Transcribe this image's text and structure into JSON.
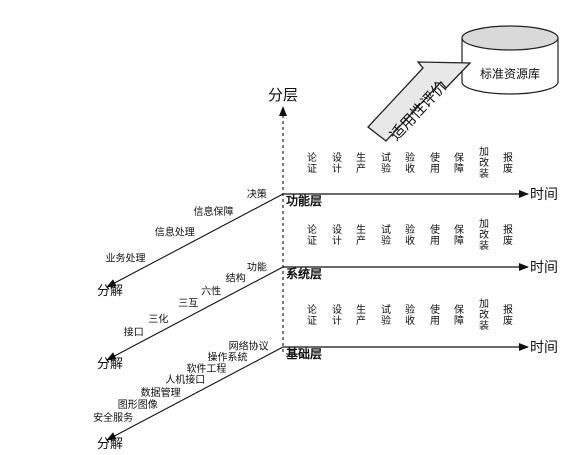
{
  "database": {
    "label": "标准资源库"
  },
  "evaluation_arrow": {
    "label": "适用性评价"
  },
  "axes": {
    "layering_axis_label": "分层",
    "time_label": "时间",
    "decompose_label": "分解"
  },
  "lifecycle_stages": [
    [
      "论",
      "证"
    ],
    [
      "设",
      "计"
    ],
    [
      "生",
      "产"
    ],
    [
      "试",
      "验"
    ],
    [
      "验",
      "收"
    ],
    [
      "使",
      "用"
    ],
    [
      "保",
      "障"
    ],
    [
      "加",
      "改",
      "装"
    ],
    [
      "报",
      "废"
    ]
  ],
  "layers": [
    {
      "name": "功能层",
      "items": [
        "决策",
        "信息保障",
        "信息处理",
        "业务处理"
      ]
    },
    {
      "name": "系统层",
      "items": [
        "功能",
        "结构",
        "六性",
        "三互",
        "三化",
        "接口"
      ]
    },
    {
      "name": "基础层",
      "items": [
        "网络协议",
        "操作系统",
        "软件工程",
        "人机接口",
        "数据管理",
        "图形图像",
        "安全服务"
      ]
    }
  ]
}
